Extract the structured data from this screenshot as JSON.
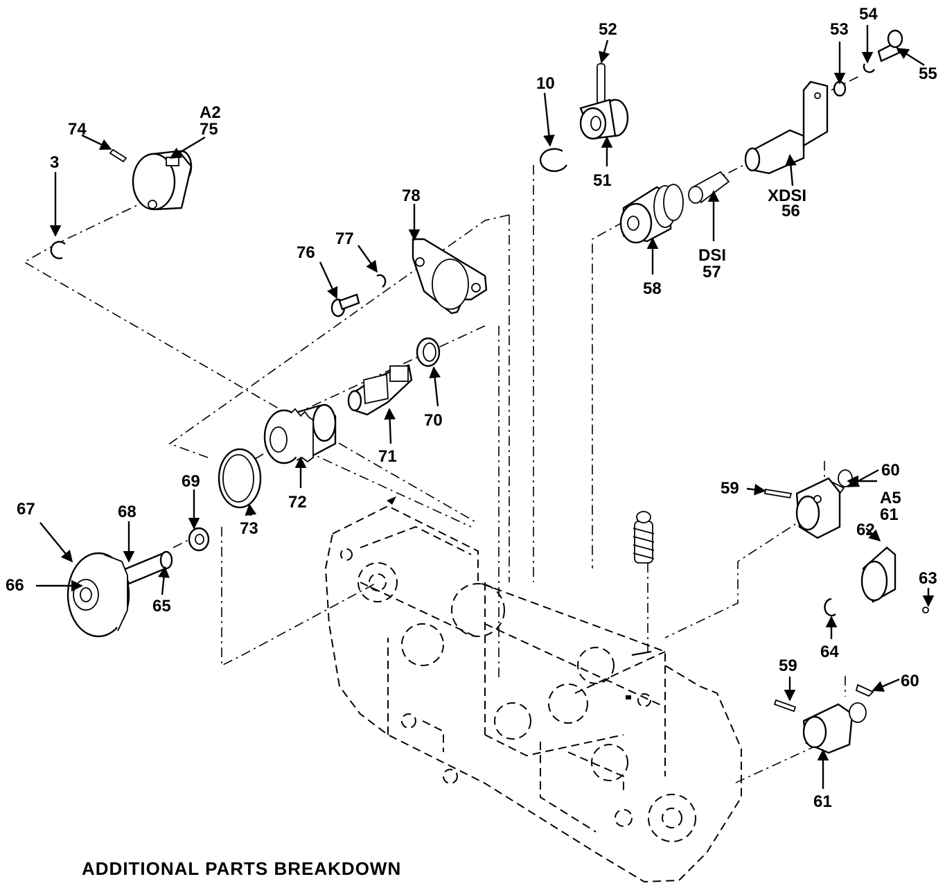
{
  "caption": "ADDITIONAL PARTS BREAKDOWN",
  "callouts": {
    "c3": "3",
    "c10": "10",
    "c51": "51",
    "c52": "52",
    "c53": "53",
    "c54": "54",
    "c55": "55",
    "cXDS1": "XDSI",
    "c56": "56",
    "cDS1": "DSI",
    "c57": "57",
    "c58": "58",
    "c59a": "59",
    "c59b": "59",
    "c60a": "60",
    "c60b": "60",
    "cA5": "A5",
    "c61a": "61",
    "c61b": "61",
    "c62": "62",
    "c63": "63",
    "c64": "64",
    "c65": "65",
    "c66": "66",
    "c67": "67",
    "c68": "68",
    "c69": "69",
    "c70": "70",
    "c71": "71",
    "c72": "72",
    "c73": "73",
    "c74": "74",
    "cA2": "A2",
    "c75": "75",
    "c76": "76",
    "c77": "77",
    "c78": "78"
  }
}
